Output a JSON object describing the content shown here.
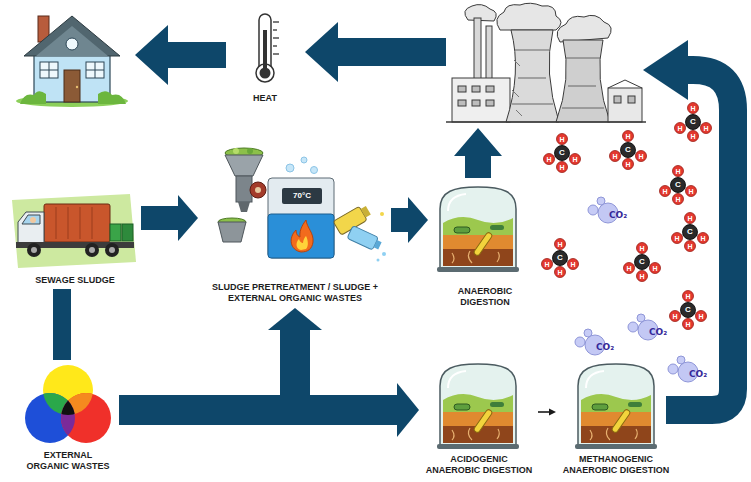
{
  "diagram": {
    "nodes": [
      {
        "text": [
          "HEAT"
        ]
      },
      {
        "text": [
          "SEWAGE SLUDGE"
        ]
      },
      {
        "text": [
          "SLUDGE PRETREATMENT / SLUDGE + EXTERNAL ORGANIC WASTES"
        ]
      },
      {
        "text": [
          "ANAEROBIC DIGESTION"
        ]
      },
      {
        "text": [
          "EXTERNAL ORGANIC WASTES"
        ]
      },
      {
        "text": [
          "ACIDOGENIC ANAEROBIC DIGESTION"
        ]
      },
      {
        "text": [
          "METHANOGENIC ANAEROBIC DIGESTION"
        ]
      }
    ],
    "edges": [
      {
        "from": 1,
        "to": 2,
        "arrow": "to"
      },
      {
        "from": 2,
        "to": 3,
        "arrow": "to"
      },
      {
        "from": 1,
        "to": 4,
        "arrow": "none"
      },
      {
        "from": 4,
        "to": 2,
        "arrow": "to"
      },
      {
        "from": 4,
        "to": 5,
        "arrow": "to"
      },
      {
        "from": 5,
        "to": 6,
        "arrow": "to"
      }
    ],
    "labels": [
      "70°C",
      "C",
      "H",
      "H",
      "H",
      "H",
      "C",
      "H",
      "H",
      "H",
      "H",
      "C",
      "H",
      "H",
      "H",
      "H",
      "C",
      "H",
      "H",
      "H",
      "H",
      "C",
      "H",
      "H",
      "H",
      "H",
      "C",
      "H",
      "H",
      "H",
      "H",
      "C",
      "H",
      "H",
      "H",
      "H",
      "C",
      "H",
      "H",
      "H",
      "H",
      "CO₂",
      "CO₂",
      "CO₂",
      "CO₂"
    ]
  }
}
